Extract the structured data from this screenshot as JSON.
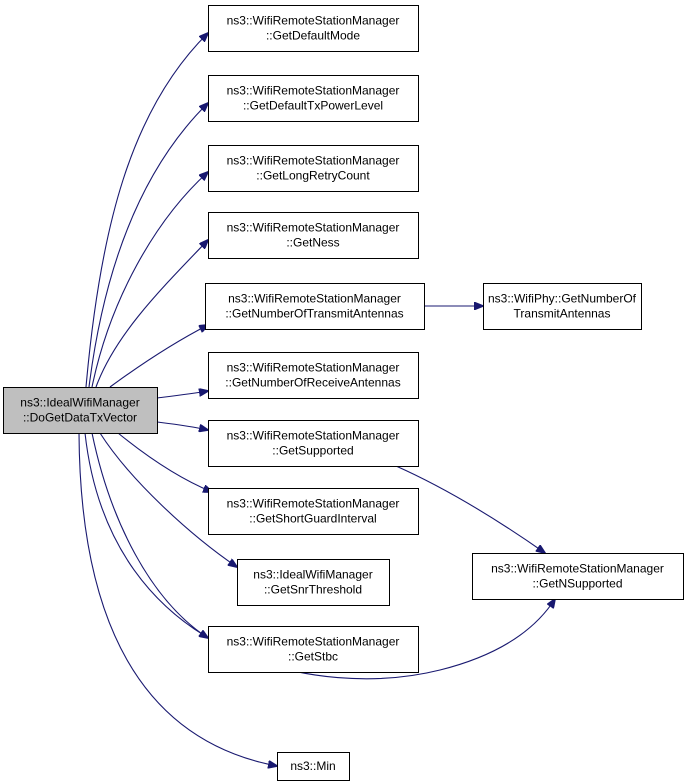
{
  "diagram": {
    "type": "call-graph",
    "colors": {
      "root_fill": "#bfbfbf",
      "node_fill": "#ffffff",
      "node_border": "#000000",
      "edge": "#191970",
      "text": "#000000"
    },
    "root": {
      "id": "root",
      "lines": [
        "ns3::IdealWifiManager",
        "::DoGetDataTxVector"
      ]
    },
    "nodes": [
      {
        "id": "n1",
        "lines": [
          "ns3::WifiRemoteStationManager",
          "::GetDefaultMode"
        ]
      },
      {
        "id": "n2",
        "lines": [
          "ns3::WifiRemoteStationManager",
          "::GetDefaultTxPowerLevel"
        ]
      },
      {
        "id": "n3",
        "lines": [
          "ns3::WifiRemoteStationManager",
          "::GetLongRetryCount"
        ]
      },
      {
        "id": "n4",
        "lines": [
          "ns3::WifiRemoteStationManager",
          "::GetNess"
        ]
      },
      {
        "id": "n5",
        "lines": [
          "ns3::WifiRemoteStationManager",
          "::GetNumberOfTransmitAntennas"
        ]
      },
      {
        "id": "n6",
        "lines": [
          "ns3::WifiPhy::GetNumberOf",
          "TransmitAntennas"
        ]
      },
      {
        "id": "n7",
        "lines": [
          "ns3::WifiRemoteStationManager",
          "::GetNumberOfReceiveAntennas"
        ]
      },
      {
        "id": "n8",
        "lines": [
          "ns3::WifiRemoteStationManager",
          "::GetSupported"
        ]
      },
      {
        "id": "n9",
        "lines": [
          "ns3::WifiRemoteStationManager",
          "::GetShortGuardInterval"
        ]
      },
      {
        "id": "n10",
        "lines": [
          "ns3::IdealWifiManager",
          "::GetSnrThreshold"
        ]
      },
      {
        "id": "n11",
        "lines": [
          "ns3::WifiRemoteStationManager",
          "::GetNSupported"
        ]
      },
      {
        "id": "n12",
        "lines": [
          "ns3::WifiRemoteStationManager",
          "::GetStbc"
        ]
      },
      {
        "id": "n13",
        "lines": [
          "ns3::Min"
        ]
      }
    ],
    "edges": [
      {
        "from": "root",
        "to": "n1"
      },
      {
        "from": "root",
        "to": "n2"
      },
      {
        "from": "root",
        "to": "n3"
      },
      {
        "from": "root",
        "to": "n4"
      },
      {
        "from": "root",
        "to": "n5"
      },
      {
        "from": "n5",
        "to": "n6"
      },
      {
        "from": "root",
        "to": "n7"
      },
      {
        "from": "root",
        "to": "n8"
      },
      {
        "from": "n8",
        "to": "n11"
      },
      {
        "from": "root",
        "to": "n9"
      },
      {
        "from": "root",
        "to": "n10"
      },
      {
        "from": "root",
        "to": "n12"
      },
      {
        "from": "root",
        "to": "n11"
      },
      {
        "from": "root",
        "to": "n13"
      }
    ]
  }
}
